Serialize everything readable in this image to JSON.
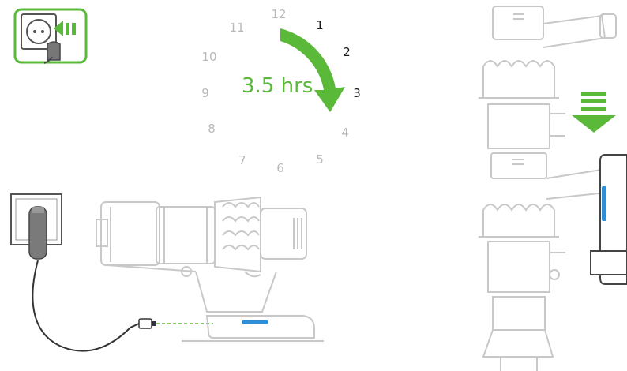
{
  "charge": {
    "duration_label": "3.5 hrs",
    "clock_numbers": [
      "12",
      "1",
      "2",
      "3",
      "4",
      "5",
      "6",
      "7",
      "8",
      "9",
      "10",
      "11"
    ],
    "highlighted_numbers": [
      "1",
      "2",
      "3"
    ]
  },
  "colors": {
    "accent_green": "#5bb93a",
    "indicator_blue": "#2e8fd8",
    "outline_grey": "#c8c8c8",
    "cable_dark": "#333333"
  },
  "icons": [
    "plug-in-wall-socket-icon",
    "charge-arrow-icon",
    "dock-down-arrow-icon"
  ]
}
